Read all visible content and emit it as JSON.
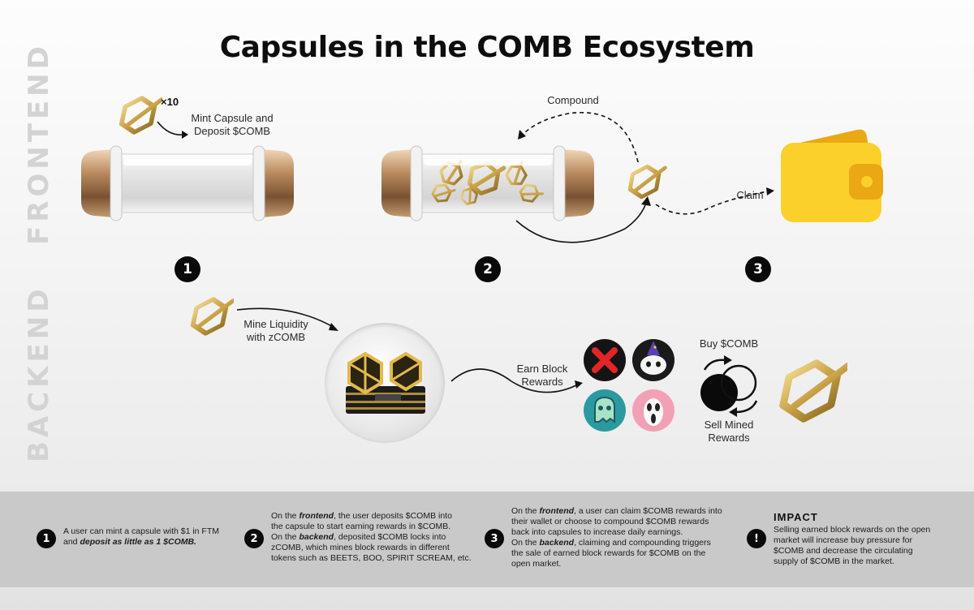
{
  "title": "Capsules in the COMB Ecosystem",
  "side_labels": {
    "frontend": "FRONTEND",
    "backend": "BACKEND"
  },
  "frontend": {
    "multiplier": "×10",
    "mint_label_1": "Mint Capsule and",
    "mint_label_2": "Deposit $COMB",
    "compound_label": "Compound",
    "claim_label": "Claim",
    "steps": [
      "1",
      "2",
      "3"
    ]
  },
  "backend": {
    "mine_label_1": "Mine Liquidity",
    "mine_label_2": "with zCOMB",
    "earn_label_1": "Earn Block",
    "earn_label_2": "Rewards",
    "buy_label": "Buy $COMB",
    "sell_label_1": "Sell Mined",
    "sell_label_2": "Rewards"
  },
  "footer": {
    "items": [
      {
        "badge": "1",
        "line1": "A user can mint a capsule with $1 in FTM",
        "line2_pre": "and ",
        "line2_em": "deposit as little as 1 $COMB."
      },
      {
        "badge": "2",
        "l1_pre": "On the ",
        "l1_em": "frontend",
        "l1_post": ", the user deposits $COMB into",
        "l2": "the capsule to start earning rewards in $COMB.",
        "l3_pre": "On the ",
        "l3_em": "backend",
        "l3_post": ", deposited $COMB locks into",
        "l4": "zCOMB, which mines block rewards in different",
        "l5": "tokens such as BEETS, BOO, SPIRIT SCREAM, etc."
      },
      {
        "badge": "3",
        "l1_pre": "On the ",
        "l1_em": "frontend",
        "l1_post": ", a user can claim $COMB rewards into",
        "l2": "their wallet or choose to compound $COMB rewards",
        "l3": "back into capsules to increase daily earnings.",
        "l4_pre": "On the ",
        "l4_em": "backend",
        "l4_post": ", claiming and compounding triggers",
        "l5": "the sale of earned block rewards for $COMB on the",
        "l6": "open market."
      },
      {
        "badge": "!",
        "title": "IMPACT",
        "l1": "Selling earned block rewards on the open",
        "l2": "market will increase buy pressure for",
        "l3": "$COMB and decrease the circulating",
        "l4": "supply of $COMB in the market."
      }
    ]
  },
  "icons": {
    "comb_logo": "comb-hexagon-logo-icon",
    "wallet": "wallet-icon",
    "tokens": [
      "red-x-token-icon",
      "wizard-cat-token-icon",
      "ghost-token-icon",
      "scream-mask-token-icon"
    ]
  },
  "colors": {
    "gold": "#c9a247",
    "wallet_yellow": "#fcd02a",
    "wallet_dark": "#e9a814",
    "badge": "#0a0a0a",
    "footer_bg": "#c9c9c9",
    "side_label": "#d3d3d3"
  }
}
